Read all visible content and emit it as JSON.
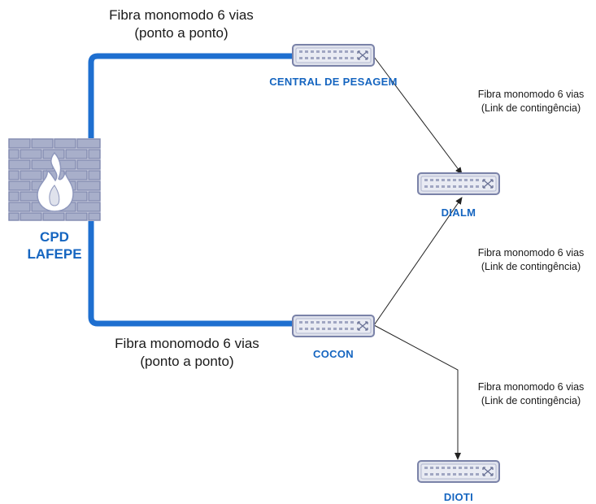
{
  "colors": {
    "trunk": "#1e6fd0",
    "node_label": "#1565c0",
    "device_fill": "#dfe2ec",
    "device_stroke": "#7a82a8",
    "link": "#222222"
  },
  "icons": {
    "firewall": "firewall-icon",
    "switch": "network-switch-icon"
  },
  "trunks": {
    "top_label_line1": "Fibra monomodo 6 vias",
    "top_label_line2": "(ponto a ponto)",
    "bottom_label_line1": "Fibra monomodo 6 vias",
    "bottom_label_line2": "(ponto a ponto)"
  },
  "nodes": {
    "cpd_line1": "CPD",
    "cpd_line2": "LAFEPE",
    "central": "CENTRAL DE PESAGEM",
    "dialm": "DIALM",
    "cocon": "COCON",
    "dioti": "DIOTI"
  },
  "links": {
    "central_dialm_line1": "Fibra monomodo 6 vias",
    "central_dialm_line2": "(Link de contingência)",
    "cocon_dialm_line1": "Fibra monomodo 6 vias",
    "cocon_dialm_line2": "(Link de contingência)",
    "cocon_dioti_line1": "Fibra monomodo 6 vias",
    "cocon_dioti_line2": "(Link de contingência)"
  }
}
